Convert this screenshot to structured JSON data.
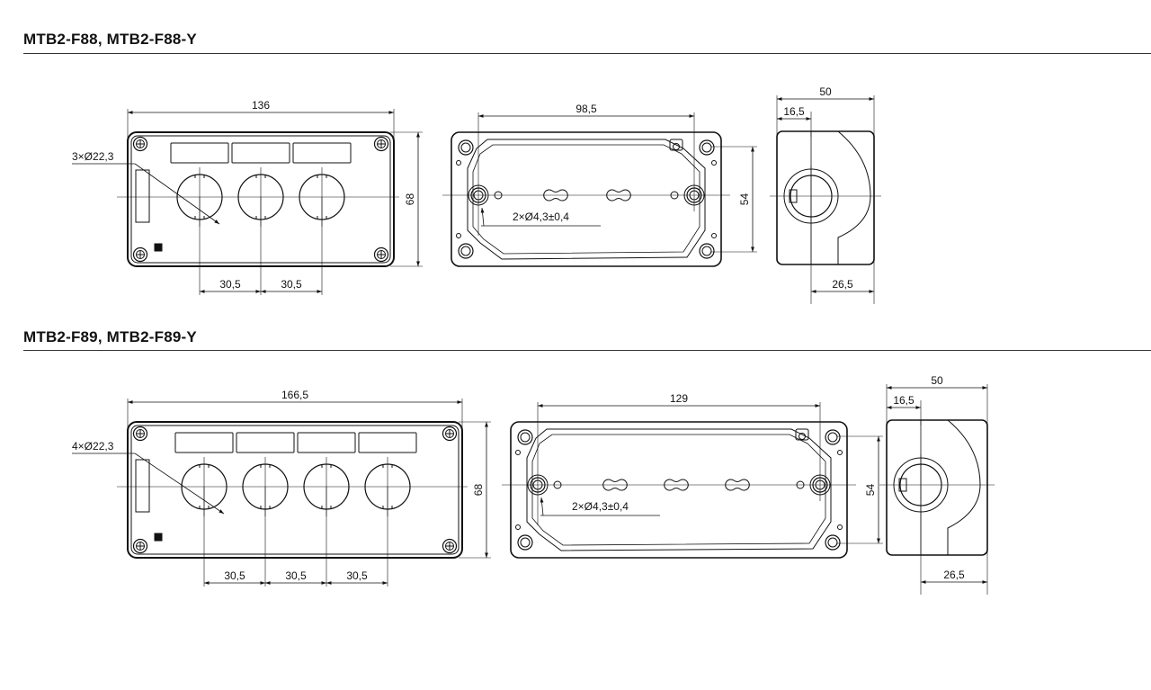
{
  "sections": [
    {
      "title": "MTB2-F88, MTB2-F88-Y",
      "front": {
        "width_dim": "136",
        "hole_label": "3×Ø22,3",
        "height_dim": "68",
        "pitch_dims": [
          "30,5",
          "30,5"
        ]
      },
      "back": {
        "width_dim": "98,5",
        "height_dim": "54",
        "mount_label": "2×Ø4,3±0,4"
      },
      "side": {
        "depth_dim": "50",
        "offset_dim": "16,5",
        "base_dim": "26,5"
      }
    },
    {
      "title": "MTB2-F89, MTB2-F89-Y",
      "front": {
        "width_dim": "166,5",
        "hole_label": "4×Ø22,3",
        "height_dim": "68",
        "pitch_dims": [
          "30,5",
          "30,5",
          "30,5"
        ]
      },
      "back": {
        "width_dim": "129",
        "height_dim": "54",
        "mount_label": "2×Ø4,3±0,4"
      },
      "side": {
        "depth_dim": "50",
        "offset_dim": "16,5",
        "base_dim": "26,5"
      }
    }
  ]
}
